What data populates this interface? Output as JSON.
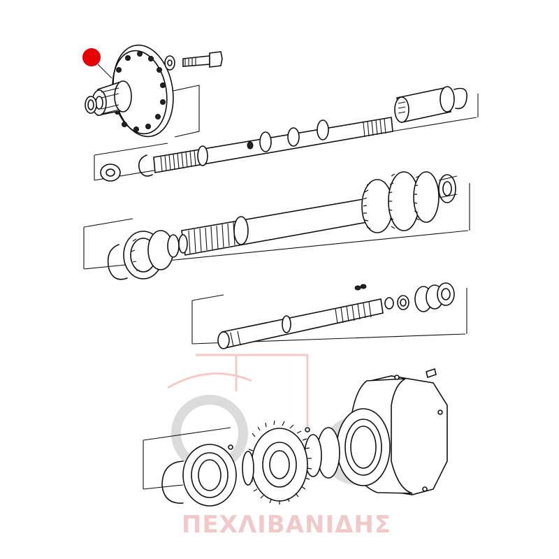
{
  "watermark": {
    "text": "ΠΕΧΛΙΒΑΝΙΔΗΣ",
    "color": "#f1c9c9",
    "logo": "gear-tractor-logo"
  },
  "marker": {
    "color": "#e60000",
    "meaning": "highlighted-part-marker"
  },
  "ink_color": "#111111",
  "background": "#ffffff"
}
